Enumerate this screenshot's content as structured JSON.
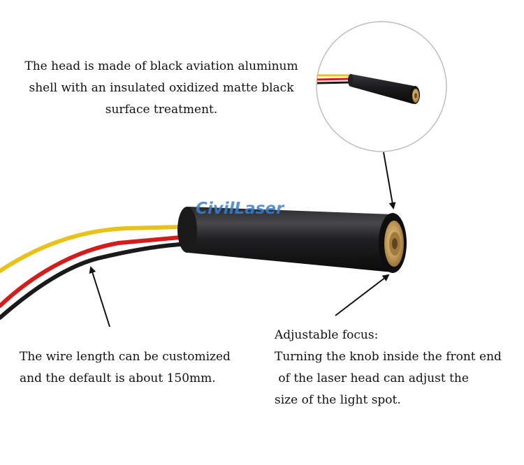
{
  "watermark": "CivilLaser",
  "head_description": [
    "The head is made of black aviation aluminum",
    "shell with an insulated oxidized matte black",
    "surface treatment."
  ],
  "wire_description": [
    "The wire length can be customized",
    "and the default is about 150mm."
  ],
  "focus_description": [
    "Adjustable focus:",
    "Turning the knob inside the front end",
    " of the laser head can adjust the",
    "size of the light spot."
  ],
  "colors": {
    "wire_yellow": "#e8c21a",
    "wire_red": "#d41c1c",
    "wire_black": "#1a1a1a",
    "body_black": "#1c1c1e",
    "brass": "#c9a566",
    "watermark": "#3a7fd0"
  }
}
